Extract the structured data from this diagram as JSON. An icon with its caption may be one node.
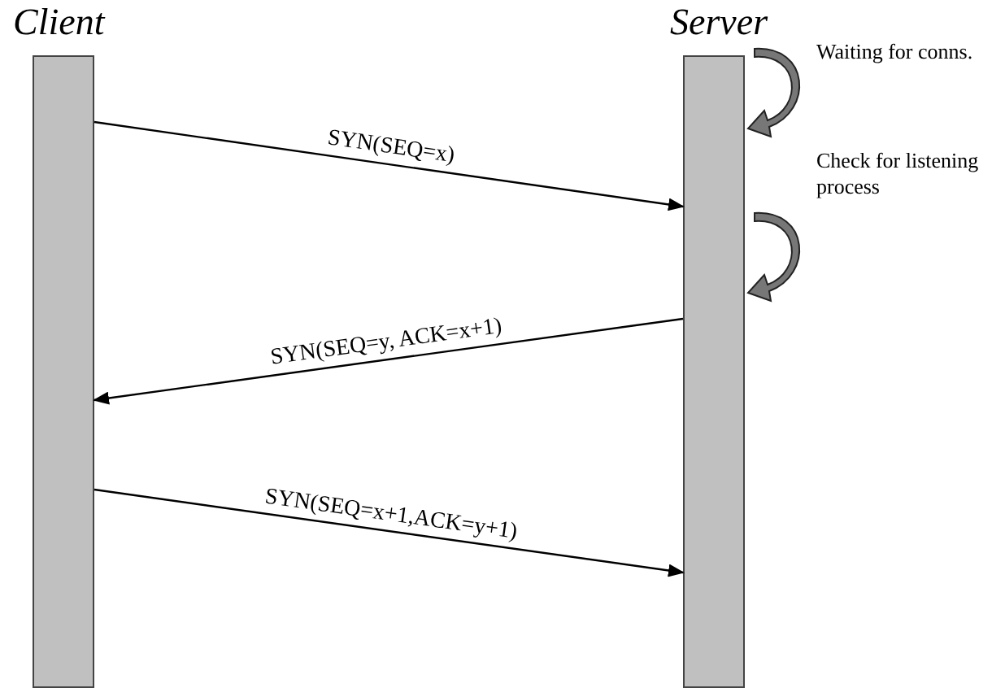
{
  "diagram": {
    "nodes": [
      {
        "text": [
          "Client"
        ]
      },
      {
        "text": [
          "Server"
        ]
      }
    ],
    "edges": [
      {
        "from": 0,
        "to": 1,
        "arrow": "to",
        "label": "SYN(SEQ=x)"
      },
      {
        "from": 1,
        "to": 0,
        "arrow": "to",
        "label": "SYN(SEQ=y, ACK=x+1)"
      },
      {
        "from": 0,
        "to": 1,
        "arrow": "to",
        "label": "SYN(SEQ=x+1,ACK=y+1)"
      }
    ],
    "labels": [
      "Waiting for conns.",
      "Check for listening process"
    ]
  }
}
